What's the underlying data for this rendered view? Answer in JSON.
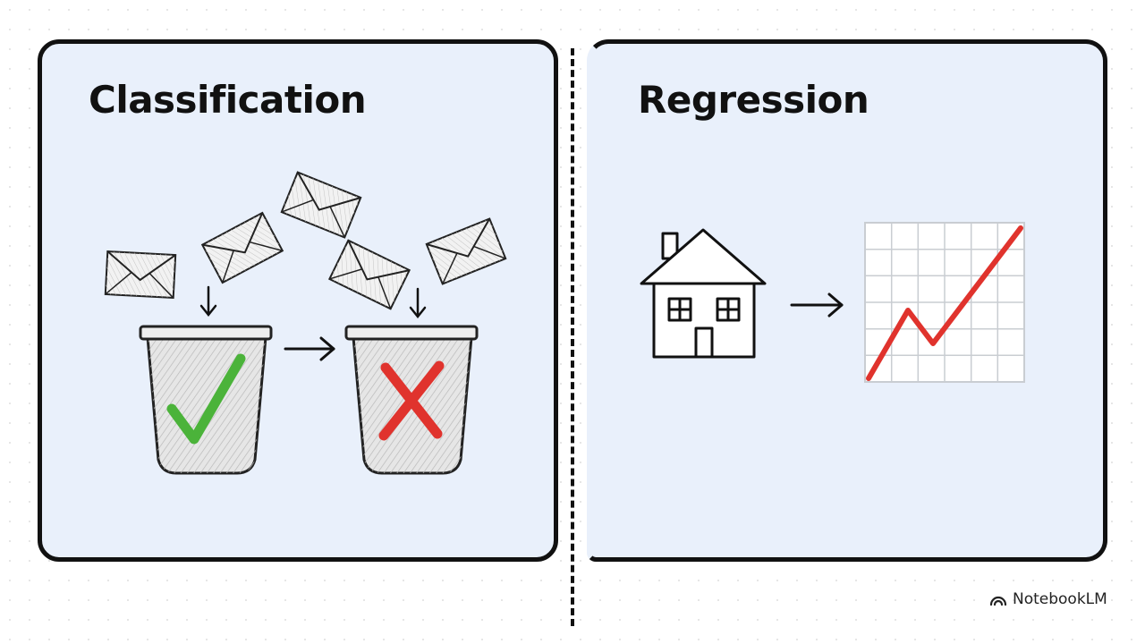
{
  "left_panel": {
    "title": "Classification"
  },
  "right_panel": {
    "title": "Regression"
  },
  "branding": {
    "name": "NotebookLM",
    "icon": "notebooklm-logo-icon"
  },
  "colors": {
    "panel_fill": "#e9f0fb",
    "outline": "#111111",
    "check_green": "#4bb33a",
    "cross_red": "#e0332d",
    "trend_red": "#e0332d",
    "grid": "#c9cdd2"
  }
}
